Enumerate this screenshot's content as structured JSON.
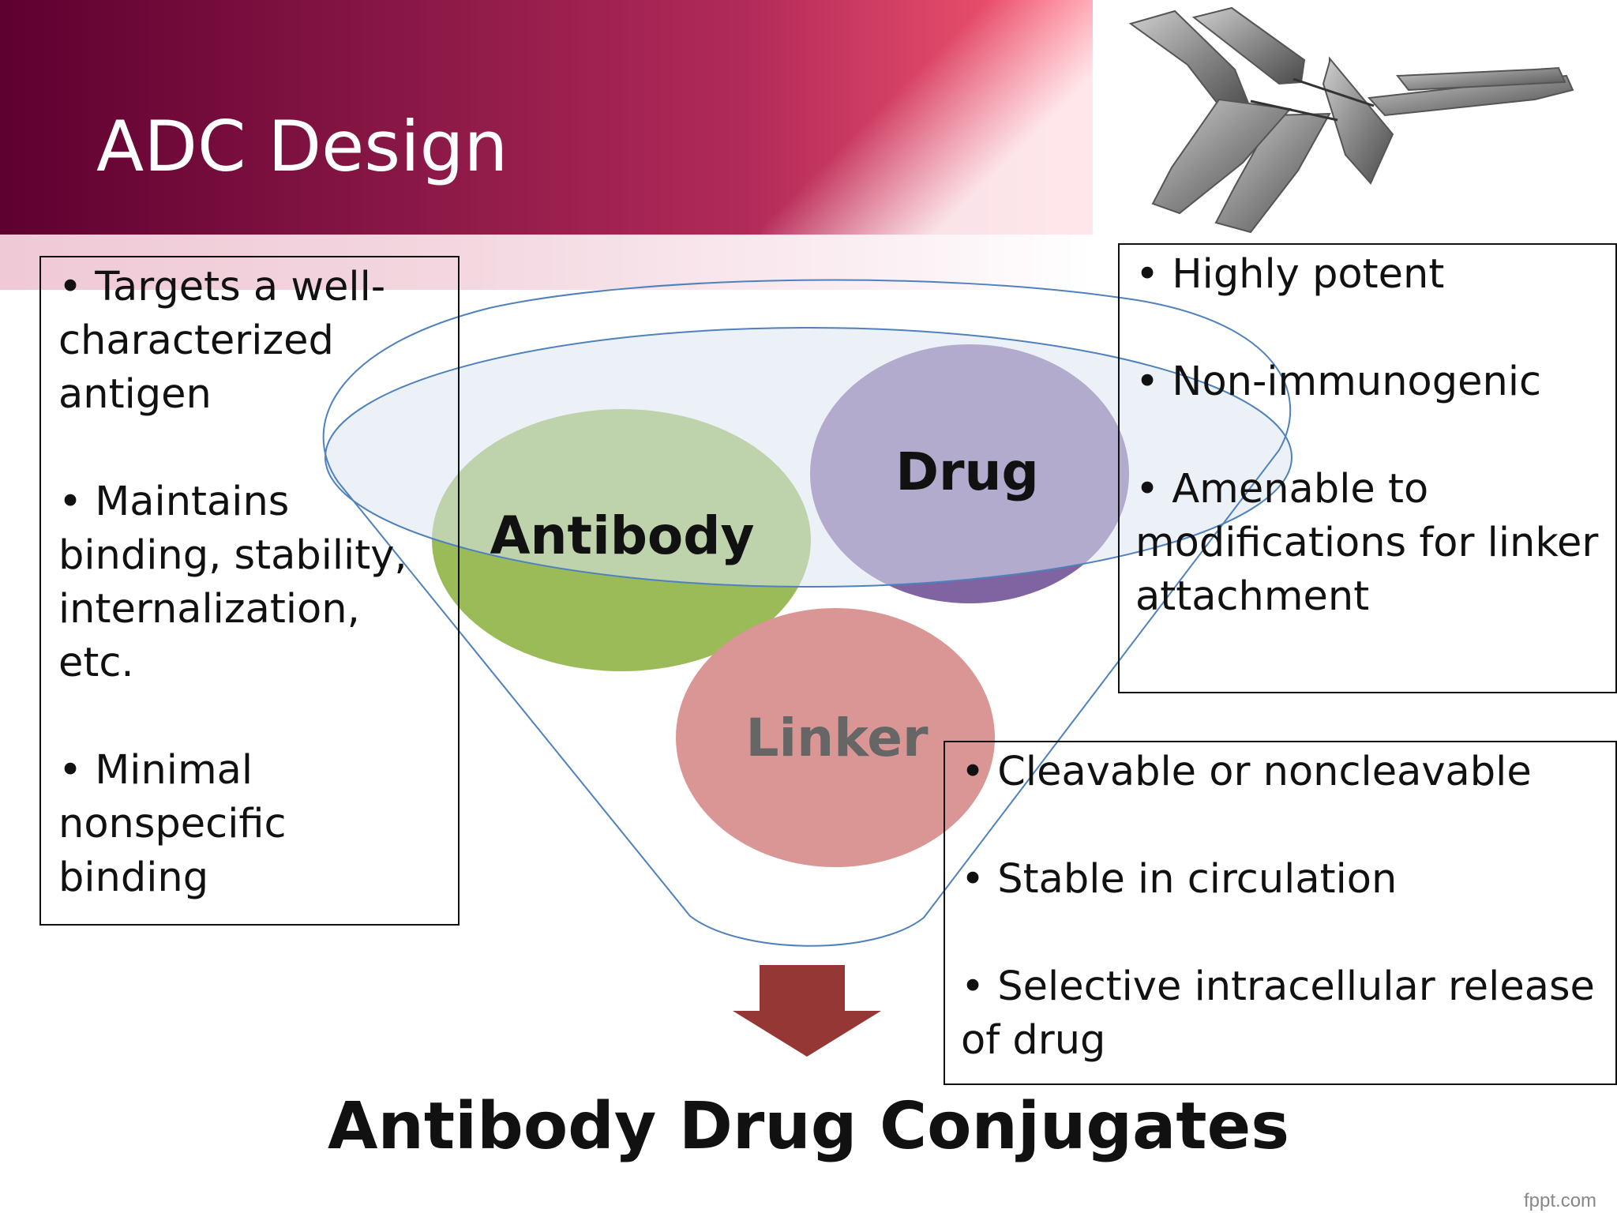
{
  "slide": {
    "title": "ADC Design",
    "conclusion": "Antibody Drug Conjugates",
    "watermark": "fppt.com"
  },
  "diagram": {
    "circles": [
      {
        "label": "Antibody",
        "color": "#9bbb59"
      },
      {
        "label": "Drug",
        "color": "#8064a2"
      },
      {
        "label": "Linker",
        "color": "#d99694"
      }
    ],
    "funnel_color": "#4f81bd",
    "arrow_color": "#953735"
  },
  "antibody_box": {
    "items": [
      "• Targets a well-characterized antigen",
      "• Maintains binding, stability, internalization, etc.",
      "• Minimal nonspecific binding"
    ]
  },
  "drug_box": {
    "items": [
      "• Highly potent",
      "• Non-immunogenic",
      "• Amenable to modifications for linker attachment"
    ]
  },
  "linker_box": {
    "items": [
      "• Cleavable or noncleavable",
      "• Stable in circulation",
      "• Selective intracellular release of drug"
    ]
  }
}
